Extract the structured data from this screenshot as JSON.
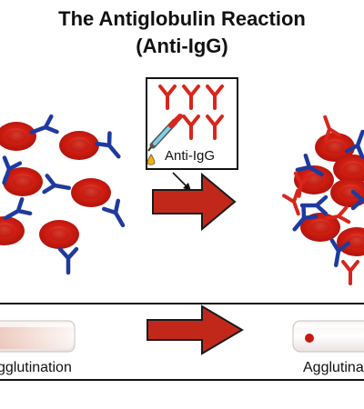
{
  "title": {
    "line1": "The Antiglobulin Reaction",
    "line2": "(Anti-IgG)"
  },
  "inset": {
    "reagent_label": "Anti-IgG"
  },
  "bottom_panel": {
    "left_caption": "gglutination",
    "right_caption": "Agglutina"
  },
  "colors": {
    "red_cell": "#c8190f",
    "red_cell_highlight": "#e85a4a",
    "igg_antibody": "#1f3a9e",
    "anti_igg_antibody": "#d8261c",
    "arrow_fill": "#c1281a",
    "arrow_stroke": "#1a1a1a",
    "droplet": "#f2b300"
  },
  "icons": {
    "dropper": "dropper-icon",
    "droplet": "droplet-icon"
  }
}
